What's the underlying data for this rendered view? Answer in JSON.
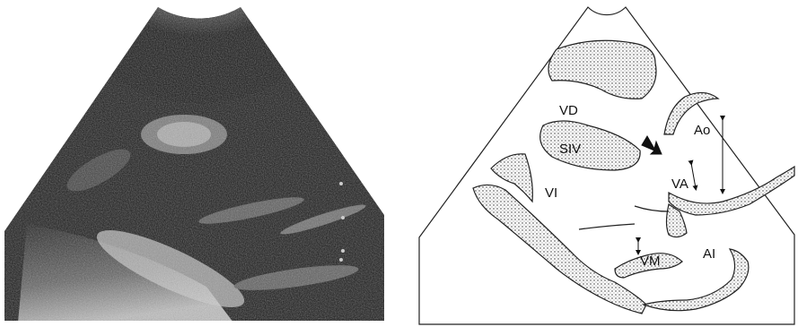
{
  "labels": {
    "vd": "VD",
    "siv": "SIV",
    "vi": "VI",
    "ao": "Ao",
    "va": "VA",
    "vm": "VM",
    "ai": "AI"
  }
}
